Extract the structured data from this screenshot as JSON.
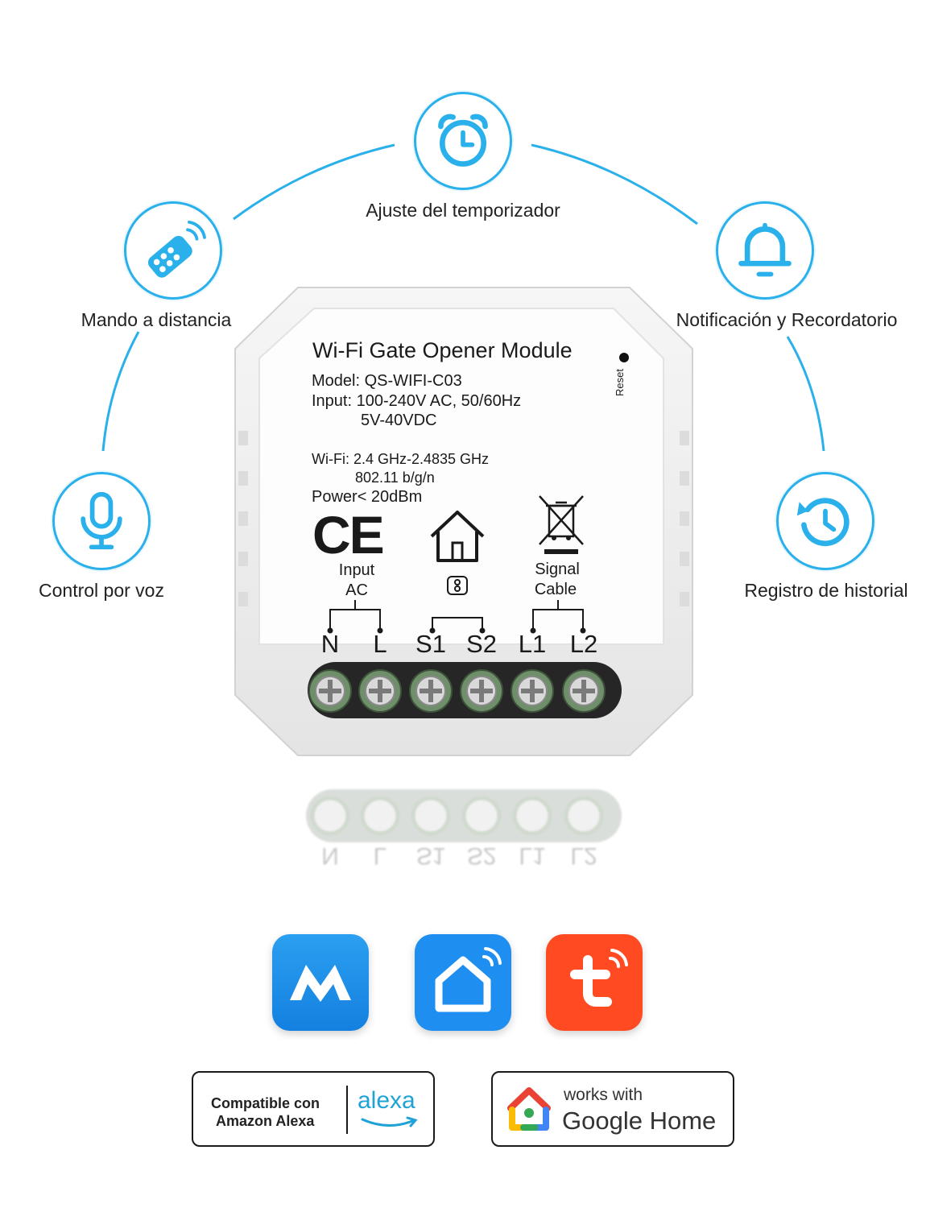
{
  "features": {
    "timer": "Ajuste del temporizador",
    "remote": "Mando a distancia",
    "notification": "Notificación y Recordatorio",
    "voice": "Control por voz",
    "history": "Registro de historial"
  },
  "device": {
    "title": "Wi-Fi Gate Opener Module",
    "model": "Model: QS-WIFI-C03",
    "input_line1": "Input: 100-240V AC, 50/60Hz",
    "input_line2": "5V-40VDC",
    "wifi_line1": "Wi-Fi: 2.4 GHz-2.4835 GHz",
    "wifi_line2": "802.11 b/g/n",
    "power": "Power< 20dBm",
    "reset": "Reset",
    "ce_mark": "CE",
    "input_ac_label_1": "Input",
    "input_ac_label_2": "AC",
    "signal_label_1": "Signal",
    "signal_label_2": "Cable",
    "terminals": [
      "N",
      "L",
      "S1",
      "S2",
      "L1",
      "L2"
    ]
  },
  "badges": {
    "alexa_line1": "Compatible con",
    "alexa_line2": "Amazon Alexa",
    "alexa_logo": "alexa",
    "google_line1": "works with",
    "google_line2": "Google Home"
  },
  "colors": {
    "accent_blue": "#2ab0ea",
    "terminal_green": "#6f8e6a",
    "tuya_orange": "#ff4a22",
    "smartlife_blue": "#1e8ef0"
  }
}
